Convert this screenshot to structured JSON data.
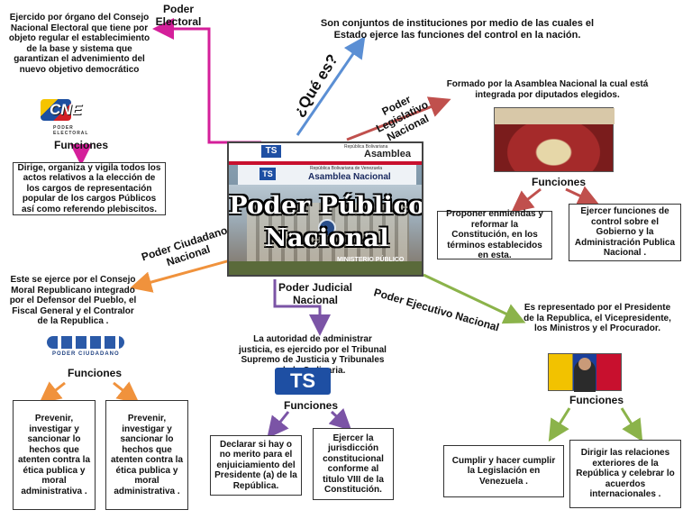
{
  "center": {
    "title_line1": "Poder Público",
    "title_line2": "Nacional",
    "banner_text": "Asamblea Nacional",
    "banner_small": "República Bolivariana de Venezuela",
    "banner_top_right": "Asamblea",
    "banner_top_right_small": "República Bolivariana",
    "building_sign": "MINISTERIO PÚBLICO"
  },
  "que_es": {
    "label": "¿Qué es?",
    "definition": "Son conjuntos de instituciones por medio de las cuales el Estado ejerce  las funciones del control en la nación."
  },
  "electoral": {
    "title": "Poder Electoral",
    "description": "Ejercido por órgano del  Consejo Nacional  Electoral  que tiene por objeto  regular el establecimiento de la base y sistema que garantizan el advenimiento del nuevo objetivo democrático",
    "logo_text": "CNE",
    "logo_caption": "PODER ELECTORAL",
    "funciones_label": "Funciones",
    "function_1": "Dirige, organiza y vigila todos los actos relativos  a la elección de los cargos de representación popular de los cargos Públicos así como referendo plebiscitos."
  },
  "legislativo": {
    "title": "Poder Legislativo Nacional",
    "description": "Formado por la Asamblea Nacional la cual está integrada por diputados elegidos.",
    "funciones_label": "Funciones",
    "function_1": "Proponer  enmiendas y reformar  la Constitución, en los términos establecidos en esta.",
    "function_2": "Ejercer funciones de control sobre el Gobierno y la Administración  Publica Nacional ."
  },
  "ciudadano": {
    "title": "Poder Ciudadano Nacional",
    "description": "Este se ejerce por el Consejo Moral Republicano integrado por el Defensor del Pueblo, el Fiscal General y el Contralor de la Republica .",
    "logo_caption": "PODER CIUDADANO",
    "funciones_label": "Funciones",
    "function_1": "Prevenir, investigar y sancionar lo hechos que atenten contra la ética publica y moral administrativa .",
    "function_2": "Prevenir, investigar y sancionar lo hechos que atenten contra la ética publica y moral administrativa ."
  },
  "judicial": {
    "title": "Poder Judicial Nacional",
    "description": "La autoridad de administrar justicia, es ejercido por el Tribunal Supremo de Justicia  y Tribunales de la Ordinaria.",
    "funciones_label": "Funciones",
    "function_1": "Declarar si hay o no merito para el enjuiciamiento del Presidente (a) de la República.",
    "function_2": "Ejercer la jurisdicción constitucional conforme al titulo VIII de la Constitución."
  },
  "ejecutivo": {
    "title": "Poder Ejecutivo Nacional",
    "description": "Es representado por el Presidente de la Republica, el Vicepresidente, los Ministros y el  Procurador.",
    "funciones_label": "Funciones",
    "function_1": "Cumplir y hacer cumplir la Legislación en Venezuela .",
    "function_2": "Dirigir las relaciones exteriores de la República y celebrar lo acuerdos internacionales ."
  },
  "colors": {
    "electoral": "#d41f9a",
    "que_es": "#5b8fd4",
    "legislativo": "#c0504d",
    "ciudadano": "#f0923c",
    "judicial": "#7b54a6",
    "ejecutivo": "#8bb34a",
    "funciones_ciudadano": "#f0923c",
    "funciones_legislativo": "#c0504d",
    "funciones_judicial": "#7b54a6",
    "funciones_ejecutivo": "#8bb34a"
  }
}
